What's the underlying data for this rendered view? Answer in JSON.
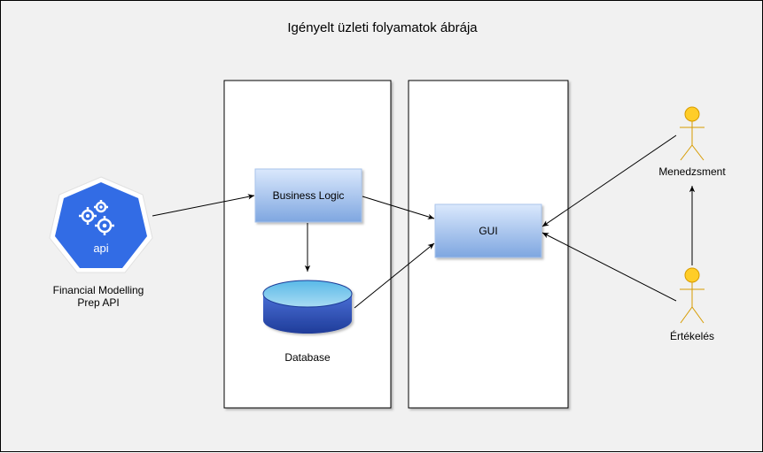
{
  "title": "Igényelt üzleti folyamatok ábrája",
  "nodes": {
    "api_icon_text": "api",
    "api_label": "Financial Modelling\nPrep API",
    "business_logic": "Business Logic",
    "database": "Database",
    "gui": "GUI",
    "menedzsment": "Menedzsment",
    "ertekeles": "Értékelés"
  },
  "colors": {
    "background": "#f1f1f1",
    "api_blue": "#326ce5",
    "box_gradient_top": "#dae8fc",
    "box_gradient_bottom": "#7ea6e0",
    "box_border": "#a9c4eb",
    "db_dark": "#1f3c99",
    "actor_fill": "#ffcd28",
    "actor_stroke": "#d79b00"
  }
}
